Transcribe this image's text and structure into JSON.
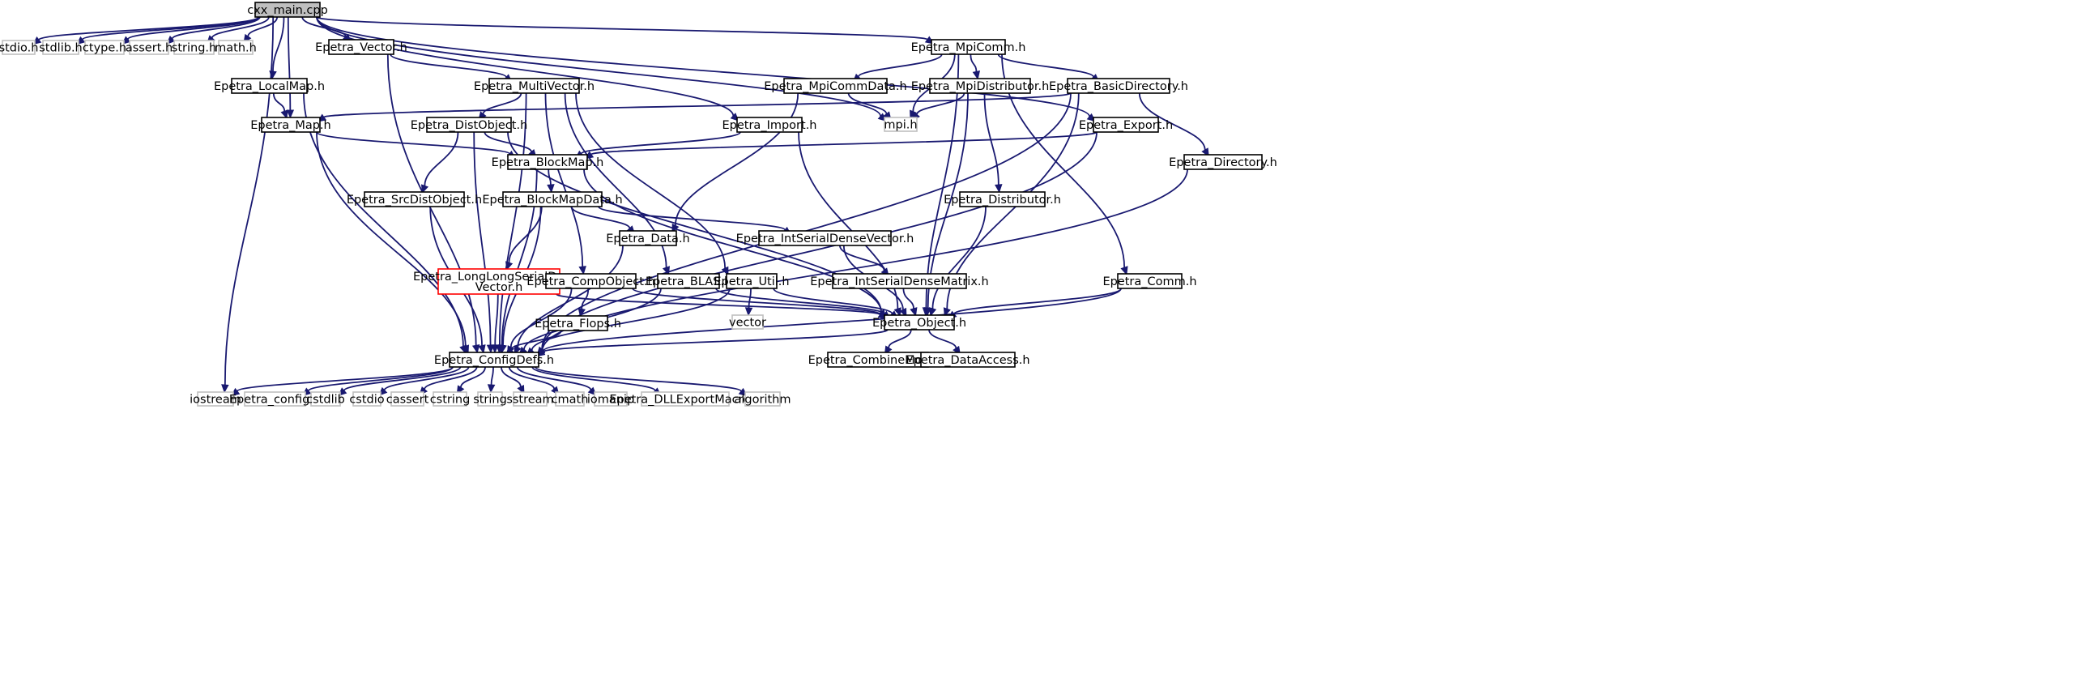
{
  "colors": {
    "edge": "#191970",
    "root_fill": "#bfbfbf",
    "border_default": "#000000",
    "border_external": "#bfbfbf",
    "border_incomplete": "#ff0000"
  },
  "nodes": [
    {
      "id": "cxx_main",
      "lines": [
        "cxx_main.cpp"
      ],
      "kind": "root"
    },
    {
      "id": "stdio_h",
      "lines": [
        "stdio.h"
      ],
      "kind": "external"
    },
    {
      "id": "stdlib_h",
      "lines": [
        "stdlib.h"
      ],
      "kind": "external"
    },
    {
      "id": "ctype_h",
      "lines": [
        "ctype.h"
      ],
      "kind": "external"
    },
    {
      "id": "assert_h",
      "lines": [
        "assert.h"
      ],
      "kind": "external"
    },
    {
      "id": "string_h",
      "lines": [
        "string.h"
      ],
      "kind": "external"
    },
    {
      "id": "math_h",
      "lines": [
        "math.h"
      ],
      "kind": "external"
    },
    {
      "id": "Epetra_Vector",
      "lines": [
        "Epetra_Vector.h"
      ],
      "kind": "internal"
    },
    {
      "id": "Epetra_MpiComm",
      "lines": [
        "Epetra_MpiComm.h"
      ],
      "kind": "internal"
    },
    {
      "id": "Epetra_LocalMap",
      "lines": [
        "Epetra_LocalMap.h"
      ],
      "kind": "internal"
    },
    {
      "id": "Epetra_MultiVector",
      "lines": [
        "Epetra_MultiVector.h"
      ],
      "kind": "internal"
    },
    {
      "id": "Epetra_MpiCommData",
      "lines": [
        "Epetra_MpiCommData.h"
      ],
      "kind": "internal"
    },
    {
      "id": "Epetra_MpiDistributor",
      "lines": [
        "Epetra_MpiDistributor.h"
      ],
      "kind": "internal"
    },
    {
      "id": "Epetra_BasicDirectory",
      "lines": [
        "Epetra_BasicDirectory.h"
      ],
      "kind": "internal"
    },
    {
      "id": "Epetra_Map",
      "lines": [
        "Epetra_Map.h"
      ],
      "kind": "internal"
    },
    {
      "id": "Epetra_DistObject",
      "lines": [
        "Epetra_DistObject.h"
      ],
      "kind": "internal"
    },
    {
      "id": "Epetra_Import",
      "lines": [
        "Epetra_Import.h"
      ],
      "kind": "internal"
    },
    {
      "id": "mpi_h",
      "lines": [
        "mpi.h"
      ],
      "kind": "external"
    },
    {
      "id": "Epetra_Export",
      "lines": [
        "Epetra_Export.h"
      ],
      "kind": "internal"
    },
    {
      "id": "Epetra_BlockMap",
      "lines": [
        "Epetra_BlockMap.h"
      ],
      "kind": "internal"
    },
    {
      "id": "Epetra_Directory",
      "lines": [
        "Epetra_Directory.h"
      ],
      "kind": "internal"
    },
    {
      "id": "Epetra_SrcDistObject",
      "lines": [
        "Epetra_SrcDistObject.h"
      ],
      "kind": "internal"
    },
    {
      "id": "Epetra_BlockMapData",
      "lines": [
        "Epetra_BlockMapData.h"
      ],
      "kind": "internal"
    },
    {
      "id": "Epetra_Distributor",
      "lines": [
        "Epetra_Distributor.h"
      ],
      "kind": "internal"
    },
    {
      "id": "Epetra_Data",
      "lines": [
        "Epetra_Data.h"
      ],
      "kind": "internal"
    },
    {
      "id": "Epetra_IntSerialDenseVector",
      "lines": [
        "Epetra_IntSerialDenseVector.h"
      ],
      "kind": "internal"
    },
    {
      "id": "Epetra_LongLongSerialDenseVector",
      "lines": [
        "Epetra_LongLongSerialDense",
        "Vector.h"
      ],
      "kind": "incomplete"
    },
    {
      "id": "Epetra_CompObject",
      "lines": [
        "Epetra_CompObject.h"
      ],
      "kind": "internal"
    },
    {
      "id": "Epetra_BLAS",
      "lines": [
        "Epetra_BLAS.h"
      ],
      "kind": "internal"
    },
    {
      "id": "Epetra_Util",
      "lines": [
        "Epetra_Util.h"
      ],
      "kind": "internal"
    },
    {
      "id": "Epetra_IntSerialDenseMatrix",
      "lines": [
        "Epetra_IntSerialDenseMatrix.h"
      ],
      "kind": "internal"
    },
    {
      "id": "Epetra_Comm",
      "lines": [
        "Epetra_Comm.h"
      ],
      "kind": "internal"
    },
    {
      "id": "Epetra_Flops",
      "lines": [
        "Epetra_Flops.h"
      ],
      "kind": "internal"
    },
    {
      "id": "vector",
      "lines": [
        "vector"
      ],
      "kind": "external"
    },
    {
      "id": "Epetra_Object",
      "lines": [
        "Epetra_Object.h"
      ],
      "kind": "internal"
    },
    {
      "id": "Epetra_ConfigDefs",
      "lines": [
        "Epetra_ConfigDefs.h"
      ],
      "kind": "internal"
    },
    {
      "id": "Epetra_CombineMode",
      "lines": [
        "Epetra_CombineMode.h"
      ],
      "kind": "internal"
    },
    {
      "id": "Epetra_DataAccess",
      "lines": [
        "Epetra_DataAccess.h"
      ],
      "kind": "internal"
    },
    {
      "id": "iostream",
      "lines": [
        "iostream"
      ],
      "kind": "external"
    },
    {
      "id": "Epetra_config_h",
      "lines": [
        "Epetra_config.h"
      ],
      "kind": "external"
    },
    {
      "id": "cstdlib",
      "lines": [
        "cstdlib"
      ],
      "kind": "external"
    },
    {
      "id": "cstdio",
      "lines": [
        "cstdio"
      ],
      "kind": "external"
    },
    {
      "id": "cassert",
      "lines": [
        "cassert"
      ],
      "kind": "external"
    },
    {
      "id": "cstring",
      "lines": [
        "cstring"
      ],
      "kind": "external"
    },
    {
      "id": "string",
      "lines": [
        "string"
      ],
      "kind": "external"
    },
    {
      "id": "sstream",
      "lines": [
        "sstream"
      ],
      "kind": "external"
    },
    {
      "id": "cmath",
      "lines": [
        "cmath"
      ],
      "kind": "external"
    },
    {
      "id": "iomanip",
      "lines": [
        "iomanip"
      ],
      "kind": "external"
    },
    {
      "id": "Epetra_DLLExportMacro",
      "lines": [
        "Epetra_DLLExportMacro.h"
      ],
      "kind": "external"
    },
    {
      "id": "algorithm",
      "lines": [
        "algorithm"
      ],
      "kind": "external"
    }
  ],
  "edges": [
    {
      "from": "cxx_main",
      "to": "stdio_h"
    },
    {
      "from": "cxx_main",
      "to": "stdlib_h"
    },
    {
      "from": "cxx_main",
      "to": "ctype_h"
    },
    {
      "from": "cxx_main",
      "to": "assert_h"
    },
    {
      "from": "cxx_main",
      "to": "string_h"
    },
    {
      "from": "cxx_main",
      "to": "math_h"
    },
    {
      "from": "cxx_main",
      "to": "Epetra_Vector"
    },
    {
      "from": "cxx_main",
      "to": "Epetra_MpiComm"
    },
    {
      "from": "cxx_main",
      "to": "Epetra_LocalMap"
    },
    {
      "from": "cxx_main",
      "to": "Epetra_Map"
    },
    {
      "from": "cxx_main",
      "to": "Epetra_Import"
    },
    {
      "from": "cxx_main",
      "to": "mpi_h"
    },
    {
      "from": "cxx_main",
      "to": "Epetra_Export"
    },
    {
      "from": "cxx_main",
      "to": "iostream"
    },
    {
      "from": "Epetra_Vector",
      "to": "Epetra_MultiVector"
    },
    {
      "from": "Epetra_Vector",
      "to": "Epetra_ConfigDefs"
    },
    {
      "from": "Epetra_MpiComm",
      "to": "Epetra_MpiCommData"
    },
    {
      "from": "Epetra_MpiComm",
      "to": "Epetra_MpiDistributor"
    },
    {
      "from": "Epetra_MpiComm",
      "to": "Epetra_BasicDirectory"
    },
    {
      "from": "Epetra_MpiComm",
      "to": "mpi_h"
    },
    {
      "from": "Epetra_MpiComm",
      "to": "Epetra_Comm"
    },
    {
      "from": "Epetra_MpiComm",
      "to": "Epetra_Object"
    },
    {
      "from": "Epetra_LocalMap",
      "to": "Epetra_Map"
    },
    {
      "from": "Epetra_LocalMap",
      "to": "Epetra_ConfigDefs"
    },
    {
      "from": "Epetra_MultiVector",
      "to": "Epetra_DistObject"
    },
    {
      "from": "Epetra_MultiVector",
      "to": "Epetra_CompObject"
    },
    {
      "from": "Epetra_MultiVector",
      "to": "Epetra_BLAS"
    },
    {
      "from": "Epetra_MultiVector",
      "to": "Epetra_Util"
    },
    {
      "from": "Epetra_MultiVector",
      "to": "Epetra_ConfigDefs"
    },
    {
      "from": "Epetra_MpiCommData",
      "to": "mpi_h"
    },
    {
      "from": "Epetra_MpiCommData",
      "to": "Epetra_Data"
    },
    {
      "from": "Epetra_MpiDistributor",
      "to": "mpi_h"
    },
    {
      "from": "Epetra_MpiDistributor",
      "to": "Epetra_Distributor"
    },
    {
      "from": "Epetra_MpiDistributor",
      "to": "Epetra_Object"
    },
    {
      "from": "Epetra_BasicDirectory",
      "to": "Epetra_Map"
    },
    {
      "from": "Epetra_BasicDirectory",
      "to": "Epetra_Directory"
    },
    {
      "from": "Epetra_BasicDirectory",
      "to": "Epetra_Object"
    },
    {
      "from": "Epetra_BasicDirectory",
      "to": "Epetra_ConfigDefs"
    },
    {
      "from": "Epetra_Map",
      "to": "Epetra_BlockMap"
    },
    {
      "from": "Epetra_Map",
      "to": "Epetra_ConfigDefs"
    },
    {
      "from": "Epetra_DistObject",
      "to": "Epetra_BlockMap"
    },
    {
      "from": "Epetra_DistObject",
      "to": "Epetra_SrcDistObject"
    },
    {
      "from": "Epetra_DistObject",
      "to": "Epetra_Object"
    },
    {
      "from": "Epetra_DistObject",
      "to": "Epetra_ConfigDefs"
    },
    {
      "from": "Epetra_Import",
      "to": "Epetra_BlockMap"
    },
    {
      "from": "Epetra_Import",
      "to": "Epetra_Object"
    },
    {
      "from": "Epetra_Export",
      "to": "Epetra_BlockMap"
    },
    {
      "from": "Epetra_Export",
      "to": "Epetra_ConfigDefs"
    },
    {
      "from": "Epetra_BlockMap",
      "to": "Epetra_BlockMapData"
    },
    {
      "from": "Epetra_BlockMap",
      "to": "Epetra_Object"
    },
    {
      "from": "Epetra_BlockMap",
      "to": "Epetra_ConfigDefs"
    },
    {
      "from": "Epetra_Directory",
      "to": "Epetra_ConfigDefs"
    },
    {
      "from": "Epetra_SrcDistObject",
      "to": "Epetra_ConfigDefs"
    },
    {
      "from": "Epetra_BlockMapData",
      "to": "Epetra_Data"
    },
    {
      "from": "Epetra_BlockMapData",
      "to": "Epetra_IntSerialDenseVector"
    },
    {
      "from": "Epetra_BlockMapData",
      "to": "Epetra_LongLongSerialDenseVector"
    },
    {
      "from": "Epetra_BlockMapData",
      "to": "Epetra_ConfigDefs"
    },
    {
      "from": "Epetra_Distributor",
      "to": "Epetra_Object"
    },
    {
      "from": "Epetra_Data",
      "to": "Epetra_ConfigDefs"
    },
    {
      "from": "Epetra_IntSerialDenseVector",
      "to": "Epetra_IntSerialDenseMatrix"
    },
    {
      "from": "Epetra_IntSerialDenseVector",
      "to": "Epetra_Object"
    },
    {
      "from": "Epetra_LongLongSerialDenseVector",
      "to": "Epetra_Object"
    },
    {
      "from": "Epetra_LongLongSerialDenseVector",
      "to": "Epetra_ConfigDefs"
    },
    {
      "from": "Epetra_CompObject",
      "to": "Epetra_Flops"
    },
    {
      "from": "Epetra_CompObject",
      "to": "Epetra_Object"
    },
    {
      "from": "Epetra_CompObject",
      "to": "Epetra_ConfigDefs"
    },
    {
      "from": "Epetra_BLAS",
      "to": "Epetra_Object"
    },
    {
      "from": "Epetra_BLAS",
      "to": "Epetra_ConfigDefs"
    },
    {
      "from": "Epetra_Util",
      "to": "vector"
    },
    {
      "from": "Epetra_Util",
      "to": "Epetra_Object"
    },
    {
      "from": "Epetra_Util",
      "to": "Epetra_ConfigDefs"
    },
    {
      "from": "Epetra_IntSerialDenseMatrix",
      "to": "Epetra_Object"
    },
    {
      "from": "Epetra_Comm",
      "to": "Epetra_Object"
    },
    {
      "from": "Epetra_Comm",
      "to": "Epetra_ConfigDefs"
    },
    {
      "from": "Epetra_Flops",
      "to": "Epetra_ConfigDefs"
    },
    {
      "from": "Epetra_Object",
      "to": "Epetra_CombineMode"
    },
    {
      "from": "Epetra_Object",
      "to": "Epetra_DataAccess"
    },
    {
      "from": "Epetra_Object",
      "to": "Epetra_ConfigDefs"
    },
    {
      "from": "Epetra_ConfigDefs",
      "to": "iostream"
    },
    {
      "from": "Epetra_ConfigDefs",
      "to": "Epetra_config_h"
    },
    {
      "from": "Epetra_ConfigDefs",
      "to": "cstdlib"
    },
    {
      "from": "Epetra_ConfigDefs",
      "to": "cstdio"
    },
    {
      "from": "Epetra_ConfigDefs",
      "to": "cassert"
    },
    {
      "from": "Epetra_ConfigDefs",
      "to": "cstring"
    },
    {
      "from": "Epetra_ConfigDefs",
      "to": "string"
    },
    {
      "from": "Epetra_ConfigDefs",
      "to": "sstream"
    },
    {
      "from": "Epetra_ConfigDefs",
      "to": "cmath"
    },
    {
      "from": "Epetra_ConfigDefs",
      "to": "iomanip"
    },
    {
      "from": "Epetra_ConfigDefs",
      "to": "Epetra_DLLExportMacro"
    },
    {
      "from": "Epetra_ConfigDefs",
      "to": "algorithm"
    }
  ]
}
